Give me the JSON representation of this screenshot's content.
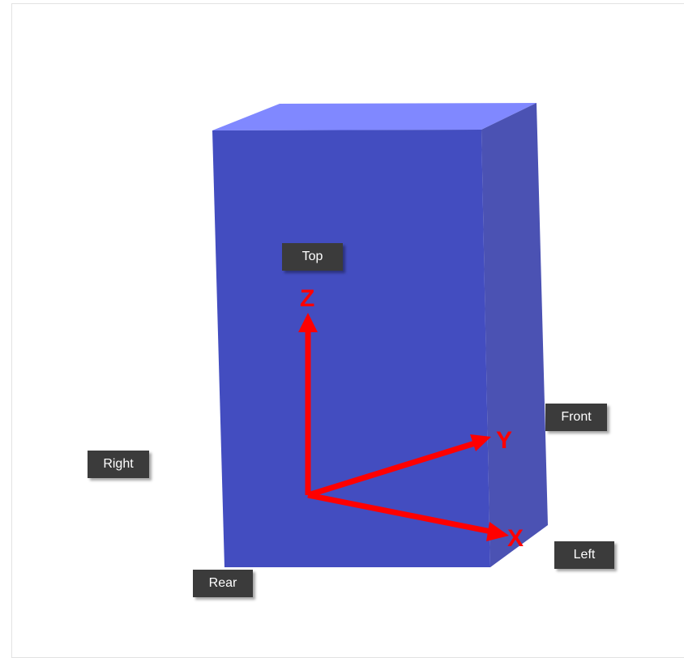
{
  "view_cube": {
    "faces": {
      "top": "Top",
      "front": "Front",
      "right": "Right",
      "left": "Left",
      "rear": "Rear"
    },
    "axes": {
      "x": "X",
      "y": "Y",
      "z": "Z"
    },
    "colors": {
      "top_face": "#8088ff",
      "front_face": "#434dc0",
      "side_face": "#4b52b3",
      "axis": "#ff0000",
      "label_bg": "#3b3b3b",
      "label_text": "#ffffff"
    }
  }
}
